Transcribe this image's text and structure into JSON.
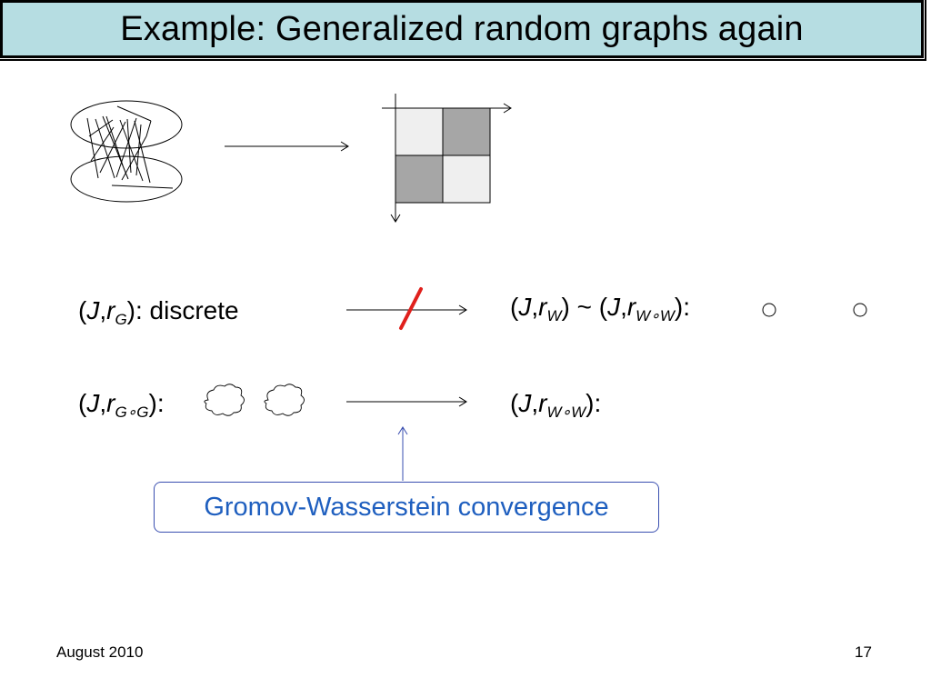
{
  "slide": {
    "title": "Example: Generalized random graphs again",
    "callout": "Gromov-Wasserstein convergence",
    "footer_left": "August 2010",
    "footer_right": "17"
  },
  "row1_left": {
    "open": "(",
    "J": "J",
    "comma": ",",
    "r": "r",
    "sub": "G",
    "close": "): discrete"
  },
  "row1_right": {
    "open": "(",
    "J": "J",
    "comma": ",",
    "r": "r",
    "sub": "W",
    "close": ")",
    "tilde": " ~ ",
    "open2": "(",
    "J2": "J",
    "comma2": ",",
    "r2": "r",
    "sub2": "W∘W",
    "close2": "):"
  },
  "row2_left": {
    "open": "(",
    "J": "J",
    "comma": ",",
    "r": "r",
    "sub": "G∘G",
    "close": "):"
  },
  "row2_right": {
    "open": "(",
    "J": "J",
    "comma": ",",
    "r": "r",
    "sub": "W∘W",
    "close": "):"
  },
  "colors": {
    "title_bg": "#b6dde2",
    "light_cell": "#efefef",
    "dark_cell": "#a6a6a6",
    "callout_text": "#1f5fbf",
    "callout_border": "#3a4fb0",
    "strike": "#e0201c"
  }
}
